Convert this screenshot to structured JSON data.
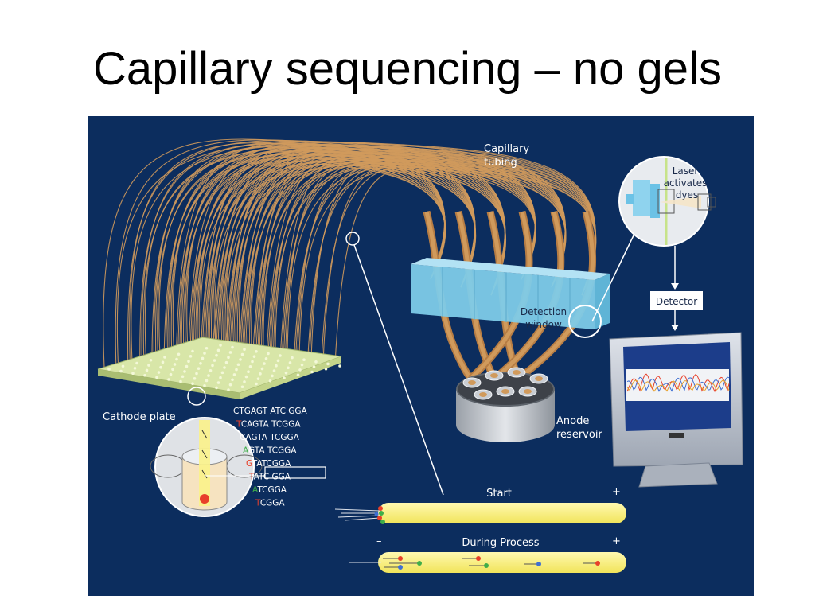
{
  "title": "Capillary sequencing – no gels",
  "labels": {
    "capillary_tubing_1": "Capillary",
    "capillary_tubing_2": "tubing",
    "laser_1": "Laser",
    "laser_2": "activates",
    "laser_3": "dyes",
    "detector": "Detector",
    "detection_1": "Detection",
    "detection_2": "window",
    "cathode_plate": "Cathode plate",
    "anode_1": "Anode",
    "anode_2": "reservoir",
    "start": "Start",
    "during_process": "During Process",
    "minus": "–",
    "plus": "+"
  },
  "sequences": [
    {
      "first": "C",
      "rest": "TGAGT ATC GGA",
      "color": "#ffffff"
    },
    {
      "first": "T",
      "rest": "CAGTA TCGGA",
      "color": "#e8402a"
    },
    {
      "first": "C",
      "rest": "AGTA TCGGA",
      "color": "#ffffff"
    },
    {
      "first": "A",
      "rest": "GTA TCGGA",
      "color": "#3fae49"
    },
    {
      "first": "G",
      "rest": "TATCGGA",
      "color": "#e8402a"
    },
    {
      "first": "T",
      "rest": "ATC GGA",
      "color": "#e8402a"
    },
    {
      "first": "A",
      "rest": "TCGGA",
      "color": "#3fae49"
    },
    {
      "first": "T",
      "rest": "CGGA",
      "color": "#e8402a"
    }
  ],
  "colors": {
    "background": "#0c2d5e",
    "capillary": "#d09a5c",
    "detection_window": "#7ecbe8",
    "plate": "#d8e6a8",
    "tube_yellow": "#fbf28a"
  }
}
